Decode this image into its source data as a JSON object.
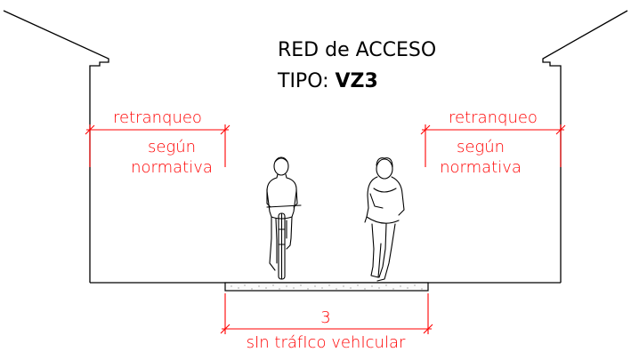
{
  "title": {
    "line1": "RED de ACCESO",
    "line2_prefix": "TIPO: ",
    "line2_code": "VZ3"
  },
  "left_annotation": {
    "top": "retranqueo",
    "line2": "según",
    "line3": "normativa"
  },
  "right_annotation": {
    "top": "retranqueo",
    "line2": "según",
    "line3": "normativa"
  },
  "bottom_dimension": {
    "value": "3",
    "label": "sIn tráfIco vehIcular"
  },
  "colors": {
    "annotation": "#ff0000",
    "lines": "#000000",
    "background": "#ffffff"
  }
}
